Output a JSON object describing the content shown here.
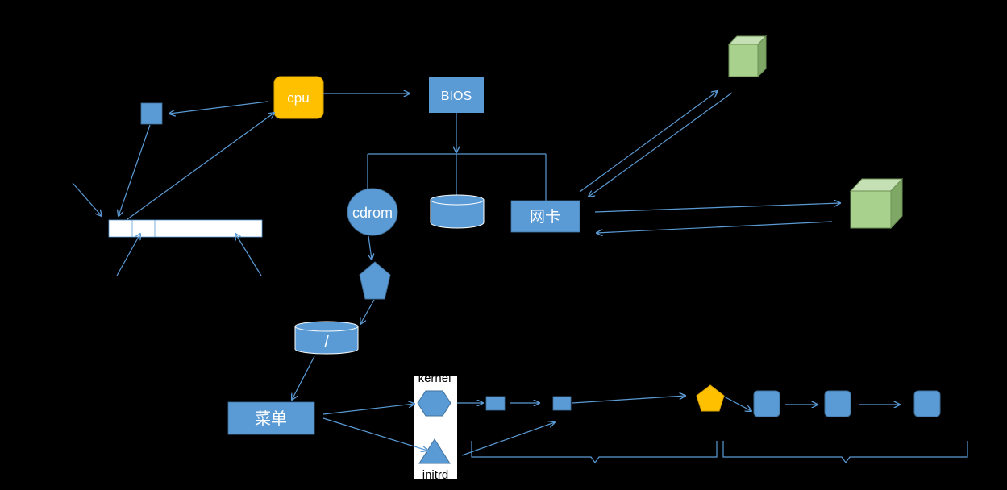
{
  "diagram": {
    "labels": {
      "cpu": "cpu",
      "bios": "BIOS",
      "cdrom": "cdrom",
      "nic": "网卡",
      "root_fs": "/",
      "menu": "菜单",
      "kernel": "kernel",
      "initrd": "initrd"
    },
    "colors": {
      "blue": "#5b9bd5",
      "blue_stroke": "#41719c",
      "cpu_fill": "#ffc000",
      "green": "#a9d18e",
      "green_dark": "#7fa866",
      "pentagon_yellow": "#ffc000",
      "arrow": "#5b9bd5"
    }
  }
}
